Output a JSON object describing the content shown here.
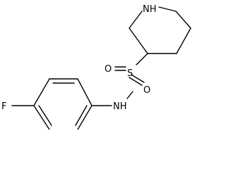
{
  "molecule": {
    "atoms": {
      "fluorine": "F",
      "amine_nh": "NH",
      "ring_nh": "NH",
      "sulfur": "S",
      "oxygen_left": "O",
      "oxygen_bottom": "O"
    },
    "colors": {
      "bond": "#000000",
      "label": "#000000",
      "background": "#ffffff"
    }
  }
}
